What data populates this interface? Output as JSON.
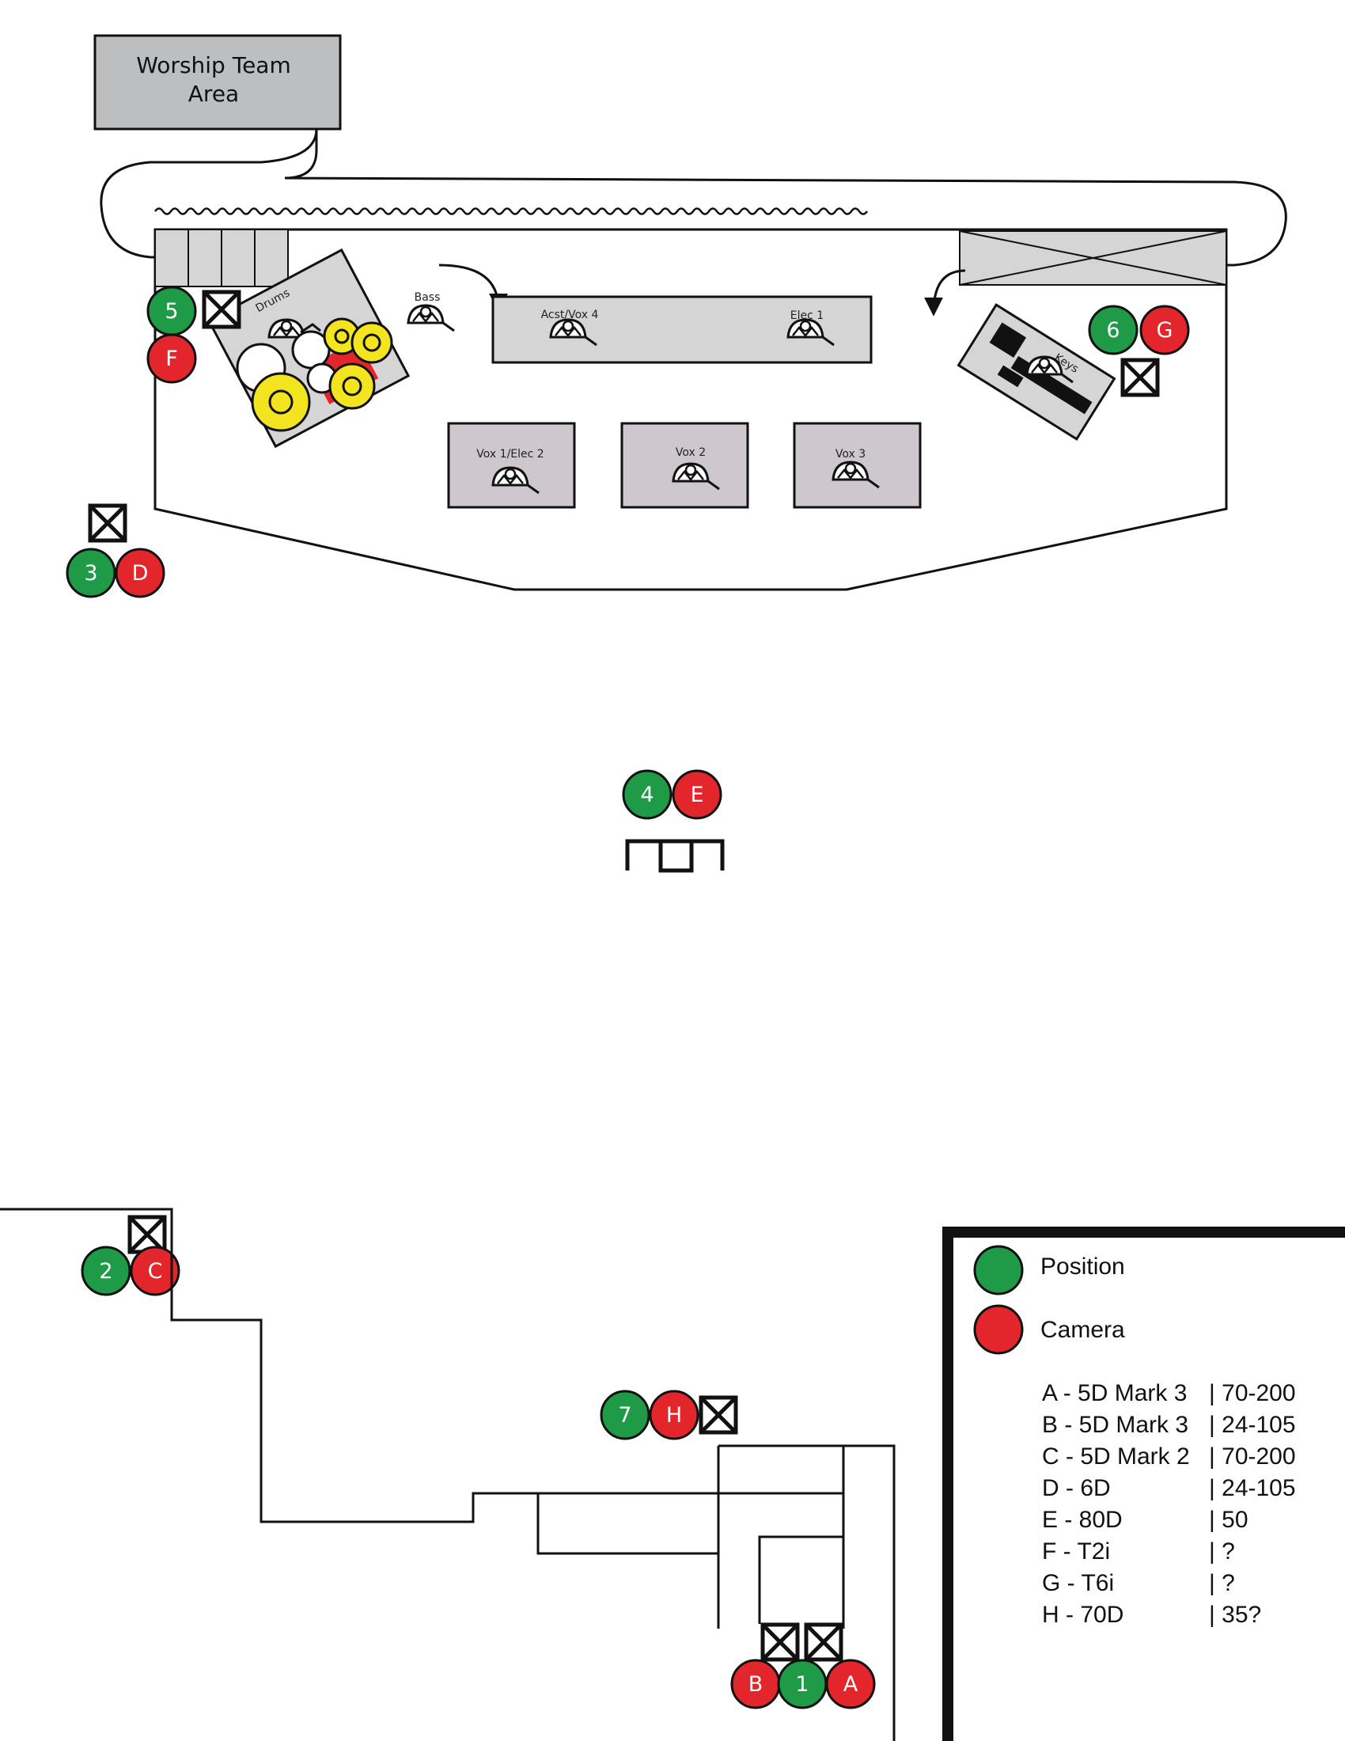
{
  "worship_area_label_line1": "Worship Team",
  "worship_area_label_line2": "Area",
  "stage": {
    "drums_label": "Drums",
    "bass_label": "Bass",
    "acoustic_label": "Acst/Vox 4",
    "elec1_label": "Elec 1",
    "keys_label": "Keys",
    "vox1_label": "Vox 1/Elec 2",
    "vox2_label": "Vox 2",
    "vox3_label": "Vox 3"
  },
  "markers": {
    "pos1": "1",
    "pos2": "2",
    "pos3": "3",
    "pos4": "4",
    "pos5": "5",
    "pos6": "6",
    "pos7": "7",
    "camA": "A",
    "camB": "B",
    "camC": "C",
    "camD": "D",
    "camE": "E",
    "camF": "F",
    "camG": "G",
    "camH": "H"
  },
  "legend": {
    "position_label": "Position",
    "camera_label": "Camera",
    "cameras": [
      {
        "name": "A - 5D Mark 3",
        "lens": "| 70-200"
      },
      {
        "name": "B - 5D Mark 3",
        "lens": "| 24-105"
      },
      {
        "name": "C - 5D Mark 2",
        "lens": "| 70-200"
      },
      {
        "name": "D - 6D",
        "lens": "| 24-105"
      },
      {
        "name": "E - 80D",
        "lens": "| 50"
      },
      {
        "name": "F - T2i",
        "lens": "| ?"
      },
      {
        "name": "G - T6i",
        "lens": "| ?"
      },
      {
        "name": "H - 70D",
        "lens": "| 35?"
      }
    ]
  },
  "colors": {
    "position": "#1f9a47",
    "camera": "#e3262b",
    "cymbal": "#f2e51f",
    "riser": "#d5d5d5",
    "vox_riser": "#cfc7ce",
    "worship_area": "#bdbec0"
  }
}
